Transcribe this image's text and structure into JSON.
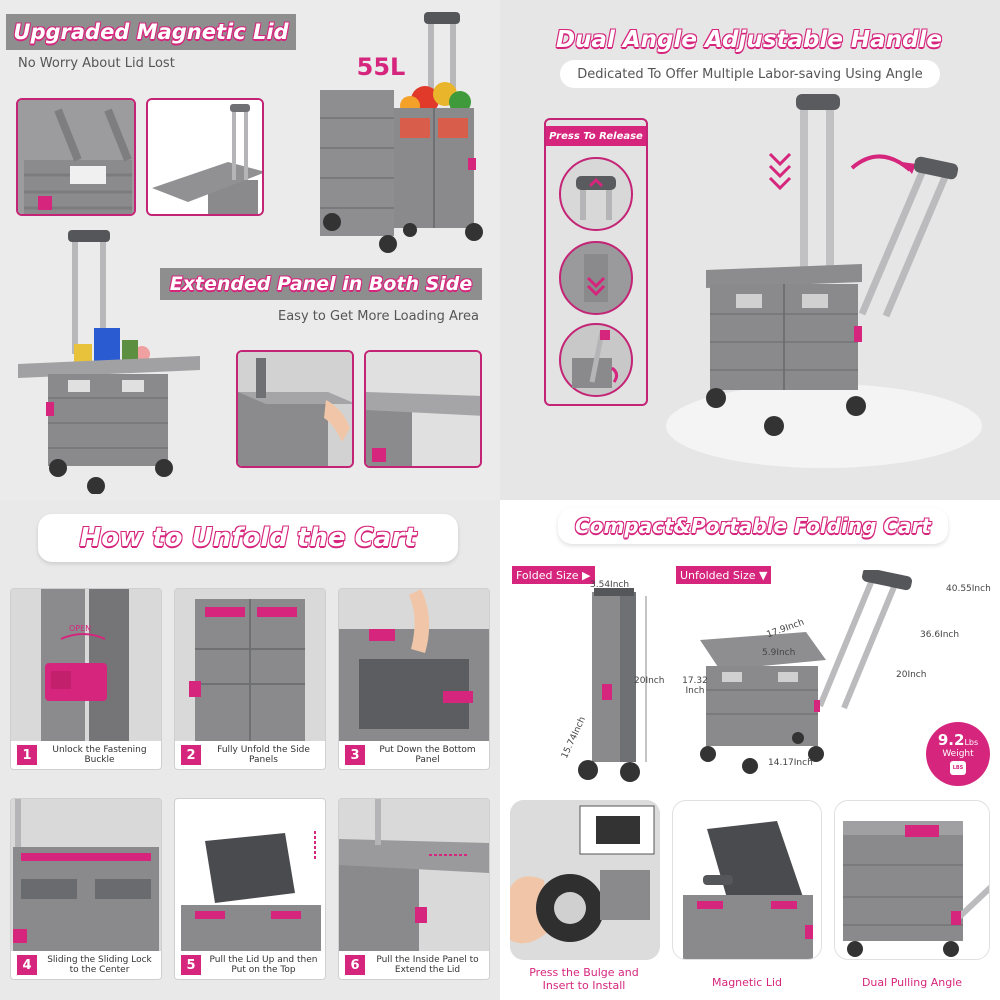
{
  "quad1": {
    "title": "Upgraded Magnetic Lid",
    "subtitle": "No Worry About Lid Lost",
    "capacity": "55L",
    "panel_title": "Extended Panel in Both Side",
    "panel_subtitle": "Easy to Get More Loading Area"
  },
  "quad2": {
    "title": "Dual Angle Adjustable Handle",
    "subtitle": "Dedicated To Offer Multiple Labor-saving Using Angle",
    "press_label": "Press To Release"
  },
  "quad3": {
    "title": "How to Unfold the Cart",
    "steps": [
      {
        "num": "1",
        "text": "Unlock the Fastening Buckle"
      },
      {
        "num": "2",
        "text": "Fully Unfold the Side Panels"
      },
      {
        "num": "3",
        "text": "Put Down the Bottom Panel"
      },
      {
        "num": "4",
        "text": "Sliding the Sliding Lock to the Center"
      },
      {
        "num": "5",
        "text": "Pull the Lid Up and then Put on the Top"
      },
      {
        "num": "6",
        "text": "Pull the Inside Panel to Extend the Lid"
      }
    ],
    "open_label": "OPEN"
  },
  "quad4": {
    "title": "Compact&Portable Folding Cart",
    "folded_label": "Folded Size ▶",
    "unfolded_label": "Unfolded Size ▼",
    "dims": {
      "fold_width": "3.54Inch",
      "fold_height": "20Inch",
      "fold_depth": "15.74Inch",
      "lid_width": "17.9Inch",
      "lid_ext": "5.9Inch",
      "box_height": "17.32 Inch",
      "base": "14.17Inch",
      "handle_top": "40.55Inch",
      "handle_mid": "36.6Inch",
      "handle_low": "20Inch"
    },
    "weight_value": "9.2",
    "weight_unit": "Lbs",
    "weight_label": "Weight",
    "weight_icon_text": "LBS",
    "bottom_captions": [
      "Press the Bulge and Insert to Install",
      "Magnetic Lid",
      "Dual Pulling Angle"
    ]
  },
  "colors": {
    "accent": "#d6257d",
    "cart_gray": "#8a8a8c",
    "cart_dark": "#6f7073"
  }
}
